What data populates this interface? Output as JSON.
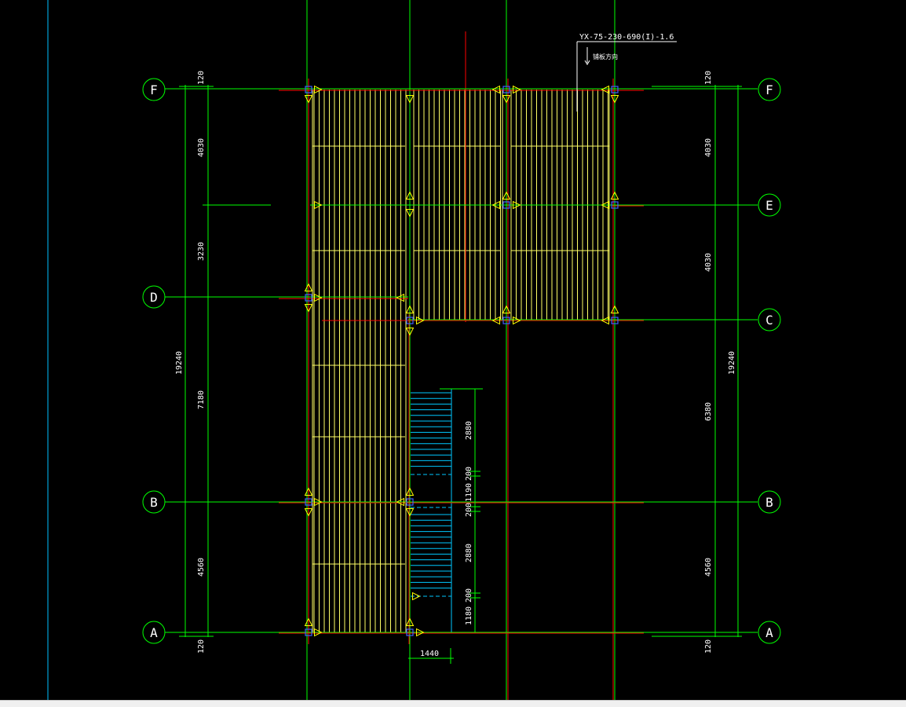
{
  "colors": {
    "background": "#000000",
    "grid": "#00ff00",
    "axis": "#ff0000",
    "deck": "#ffff66",
    "stair": "#00c8ff",
    "column": "#4060ff",
    "support": "#ffff00",
    "text": "#ffffff",
    "edge": "#00bfff"
  },
  "axis_labels": {
    "f_left": "F",
    "f_right": "F",
    "e_right": "E",
    "d_left": "D",
    "c_right": "C",
    "b_left": "B",
    "b_right": "B",
    "a_left": "A",
    "a_right": "A"
  },
  "dimensions": {
    "left_top_120": "120",
    "left_4030": "4030",
    "left_3230": "3230",
    "left_7180": "7180",
    "left_4560": "4560",
    "left_bottom_120": "120",
    "left_total": "19240",
    "right_top_120": "120",
    "right_4030_upper": "4030",
    "right_4030_lower": "4030",
    "right_6380": "6380",
    "right_4560": "4560",
    "right_bottom_120": "120",
    "right_total": "19240",
    "stair_2880_upper": "2880",
    "stair_200_a": "200",
    "stair_1190": "1190",
    "stair_200_b": "200",
    "stair_2880_lower": "2880",
    "stair_200_c": "200",
    "stair_1180": "1180",
    "bottom_1440": "1440"
  },
  "annotation": {
    "deck_type": "YX-75-230-690(I)-1.6",
    "direction_note": "铺板方向"
  }
}
